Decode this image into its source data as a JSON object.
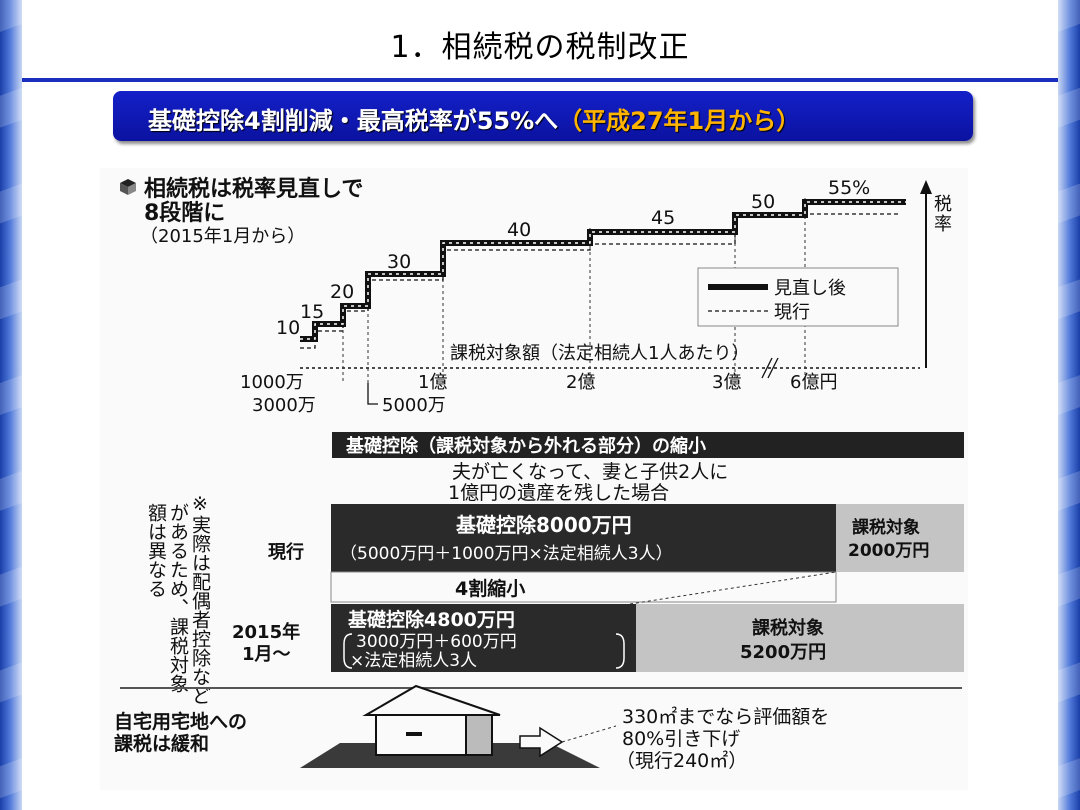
{
  "slide": {
    "title": "1．相続税の税制改正",
    "banner_main": "基礎控除4割削減・最高税率が55%へ",
    "banner_highlight": "（平成27年1月から）"
  },
  "article": {
    "heading_line1": "相続税は税率見直しで",
    "heading_line2": "8段階に",
    "heading_sub": "（2015年1月から）",
    "axis_y_label_1": "税",
    "axis_y_label_2": "率",
    "axis_x_label": "課税対象額（法定相続人1人あたり）",
    "legend_after": "見直し後",
    "legend_current": "現行",
    "rate_labels": [
      "10",
      "15",
      "20",
      "30",
      "40",
      "45",
      "50",
      "55%"
    ],
    "x_ticks_top": [
      "1000万",
      "1億",
      "2億",
      "3億",
      "6億円"
    ],
    "x_ticks_bottom": [
      "3000万",
      "5000万"
    ],
    "section_title": "基礎控除（課税対象から外れる部分）の縮小",
    "case_line1": "夫が亡くなって、妻と子供2人に",
    "case_line2": "1億円の遺産を残した場合",
    "note_col1": "※実際は配偶者控除など",
    "note_col2": "があるため、課税対象",
    "note_col3": "額は異なる",
    "row_current_label": "現行",
    "current_deduction_title": "基礎控除8000万円",
    "current_deduction_formula": "（5000万円＋1000万円×法定相続人3人）",
    "current_taxable_1": "課税対象",
    "current_taxable_2": "2000万円",
    "reduction_label": "4割縮小",
    "row_new_label_1": "2015年",
    "row_new_label_2": "1月〜",
    "new_deduction_title": "基礎控除4800万円",
    "new_deduction_formula_1": "3000万円＋600万円",
    "new_deduction_formula_2": "×法定相続人3人",
    "new_taxable_1": "課税対象",
    "new_taxable_2": "5200万円",
    "home_title_1": "自宅用宅地への",
    "home_title_2": "課税は緩和",
    "home_note_1": "330㎡までなら評価額を",
    "home_note_2": "80%引き下げ",
    "home_note_3": "（現行240㎡）"
  },
  "colors": {
    "title_rule": "#1b2fbf",
    "banner_bg": "#1420c8",
    "banner_highlight": "#ffb400",
    "dark_box": "#2a2a2a",
    "gray_box": "#c4c4c4"
  }
}
